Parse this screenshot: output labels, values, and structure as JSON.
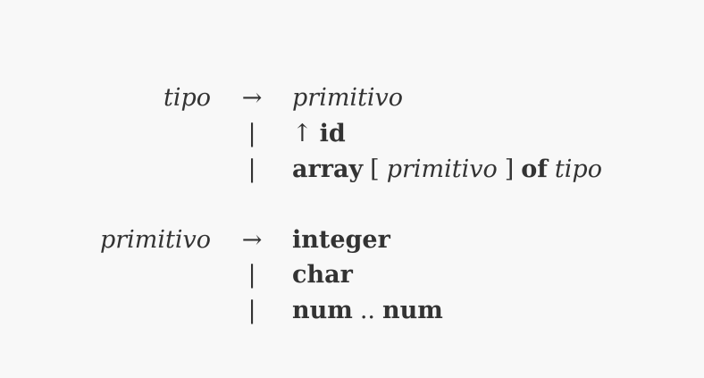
{
  "productions": [
    {
      "lhs": "tipo",
      "alternatives": [
        [
          {
            "text": "primitivo",
            "kind": "nonterminal"
          }
        ],
        [
          {
            "text": "↑",
            "kind": "symbol"
          },
          {
            "text": "id",
            "kind": "keyword"
          }
        ],
        [
          {
            "text": "array",
            "kind": "keyword"
          },
          {
            "text": "[",
            "kind": "symbol"
          },
          {
            "text": "primitivo",
            "kind": "nonterminal"
          },
          {
            "text": "]",
            "kind": "symbol"
          },
          {
            "text": "of",
            "kind": "keyword"
          },
          {
            "text": "tipo",
            "kind": "nonterminal"
          }
        ]
      ]
    },
    {
      "lhs": "primitivo",
      "alternatives": [
        [
          {
            "text": "integer",
            "kind": "keyword"
          }
        ],
        [
          {
            "text": "char",
            "kind": "keyword"
          }
        ],
        [
          {
            "text": "num",
            "kind": "keyword"
          },
          {
            "text": "..",
            "kind": "symbol"
          },
          {
            "text": "num",
            "kind": "keyword"
          }
        ]
      ]
    }
  ],
  "arrow": "→",
  "bar": "|"
}
